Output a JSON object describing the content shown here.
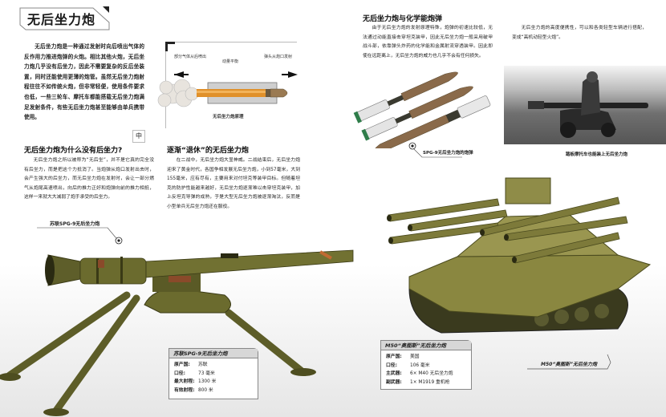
{
  "page": {
    "title": "无后坐力炮",
    "intro": "无后坐力炮是一种通过发射时向后喷出气体的反作用力推进炮弹的火炮。相比其他火炮，无后坐力炮几乎没有后坐力，因此不需要复杂的反后坐装置，同时还能使用更薄的炮管。虽然无后坐力炮射程往往不如传统火炮，但非常轻便，使用条件要求也低，一些三轮车、摩托车都能搭载无后坐力炮满足发射条件，有些无后坐力炮甚至能够由单兵携带使用。",
    "badge": "中"
  },
  "diagram": {
    "label_left": "部分气体从后喷出",
    "label_center": "动量平衡",
    "label_right": "弹头从炮口发射",
    "caption": "无后坐力炮原理"
  },
  "sections": [
    {
      "heading": "无后坐力炮为什么没有后坐力?",
      "body": "无后坐力炮之所以被称为“无后坐”，并不是它真的完全没有后坐力，而是把这个力抵消了。当炮弹从炮口发射出去时，会产生强大的后坐力，而无后坐力炮在发射时，会让一部分燃气从炮尾高速喷出，向后的推力正好和炮弹向前的推力相抵，这样一来就大大减弱了炮手承受的后坐力。"
    },
    {
      "heading": "逐渐“退休”的无后坐力炮",
      "body": "在二战中，无后坐力炮大显神威。二战结束后，无后坐力炮迎来了黄金时代，各国争相发展无后坐力炮，小到57毫米，大到155毫米，应有尽有，主要用来对付坦克等装甲目标。但随着坦克的防护性能越来越好，无后坐力炮逐渐难以击穿坦克装甲，加上反坦克导弹的成熟，于是大型无后坐力炮被逐渐淘汰，反而是小型单兵无后坐力炮还在服役。"
    },
    {
      "heading": "无后坐力炮与化学能炮弹",
      "body": "由于无后坐力炮的发射原理特殊，炮弹的初速比较低，无法通过动能直接击穿坦克装甲，因此无后坐力炮一般采用破甲战斗部，依靠弹头炸药的化学能和金属射流穿透装甲。因此即使在远距离上，无后坐力炮的威力也几乎不会有任何损失。"
    },
    {
      "heading": "",
      "body": "无后坐力炮的高度便携性，可以和各类轻型车辆进行搭配，变成“高机动轻型火炮”。"
    }
  ],
  "captions": {
    "spg9_callout": "苏联SPG-9无后坐力炮",
    "ammo_callout": "SPG-9无后坐力炮的炮弹",
    "scooter_photo": "踏板摩托车也能装上无后坐力炮",
    "m50_callout": "M50“奥图斯”无后坐力炮"
  },
  "spec_cards": [
    {
      "title": "苏联SPG-9无后坐力炮",
      "rows": [
        {
          "k": "原产国:",
          "v": "苏联"
        },
        {
          "k": "口径:",
          "v": "73 毫米"
        },
        {
          "k": "最大射程:",
          "v": "1300 米"
        },
        {
          "k": "有效射程:",
          "v": "800 米"
        }
      ]
    },
    {
      "title": "M50“奥图斯”无后坐力炮",
      "rows": [
        {
          "k": "原产国:",
          "v": "美国"
        },
        {
          "k": "口径:",
          "v": "106 毫米"
        },
        {
          "k": "主武器:",
          "v": "6× M40 无后坐力炮"
        },
        {
          "k": "副武器:",
          "v": "1× M1919 重机枪"
        }
      ]
    }
  ],
  "colors": {
    "olive": "#6b6b2e",
    "olive_dark": "#4a4a1e",
    "tank_olive": "#8a8740",
    "shell_brown": "#8a6a4a",
    "card_header": "#d7d7d7"
  }
}
